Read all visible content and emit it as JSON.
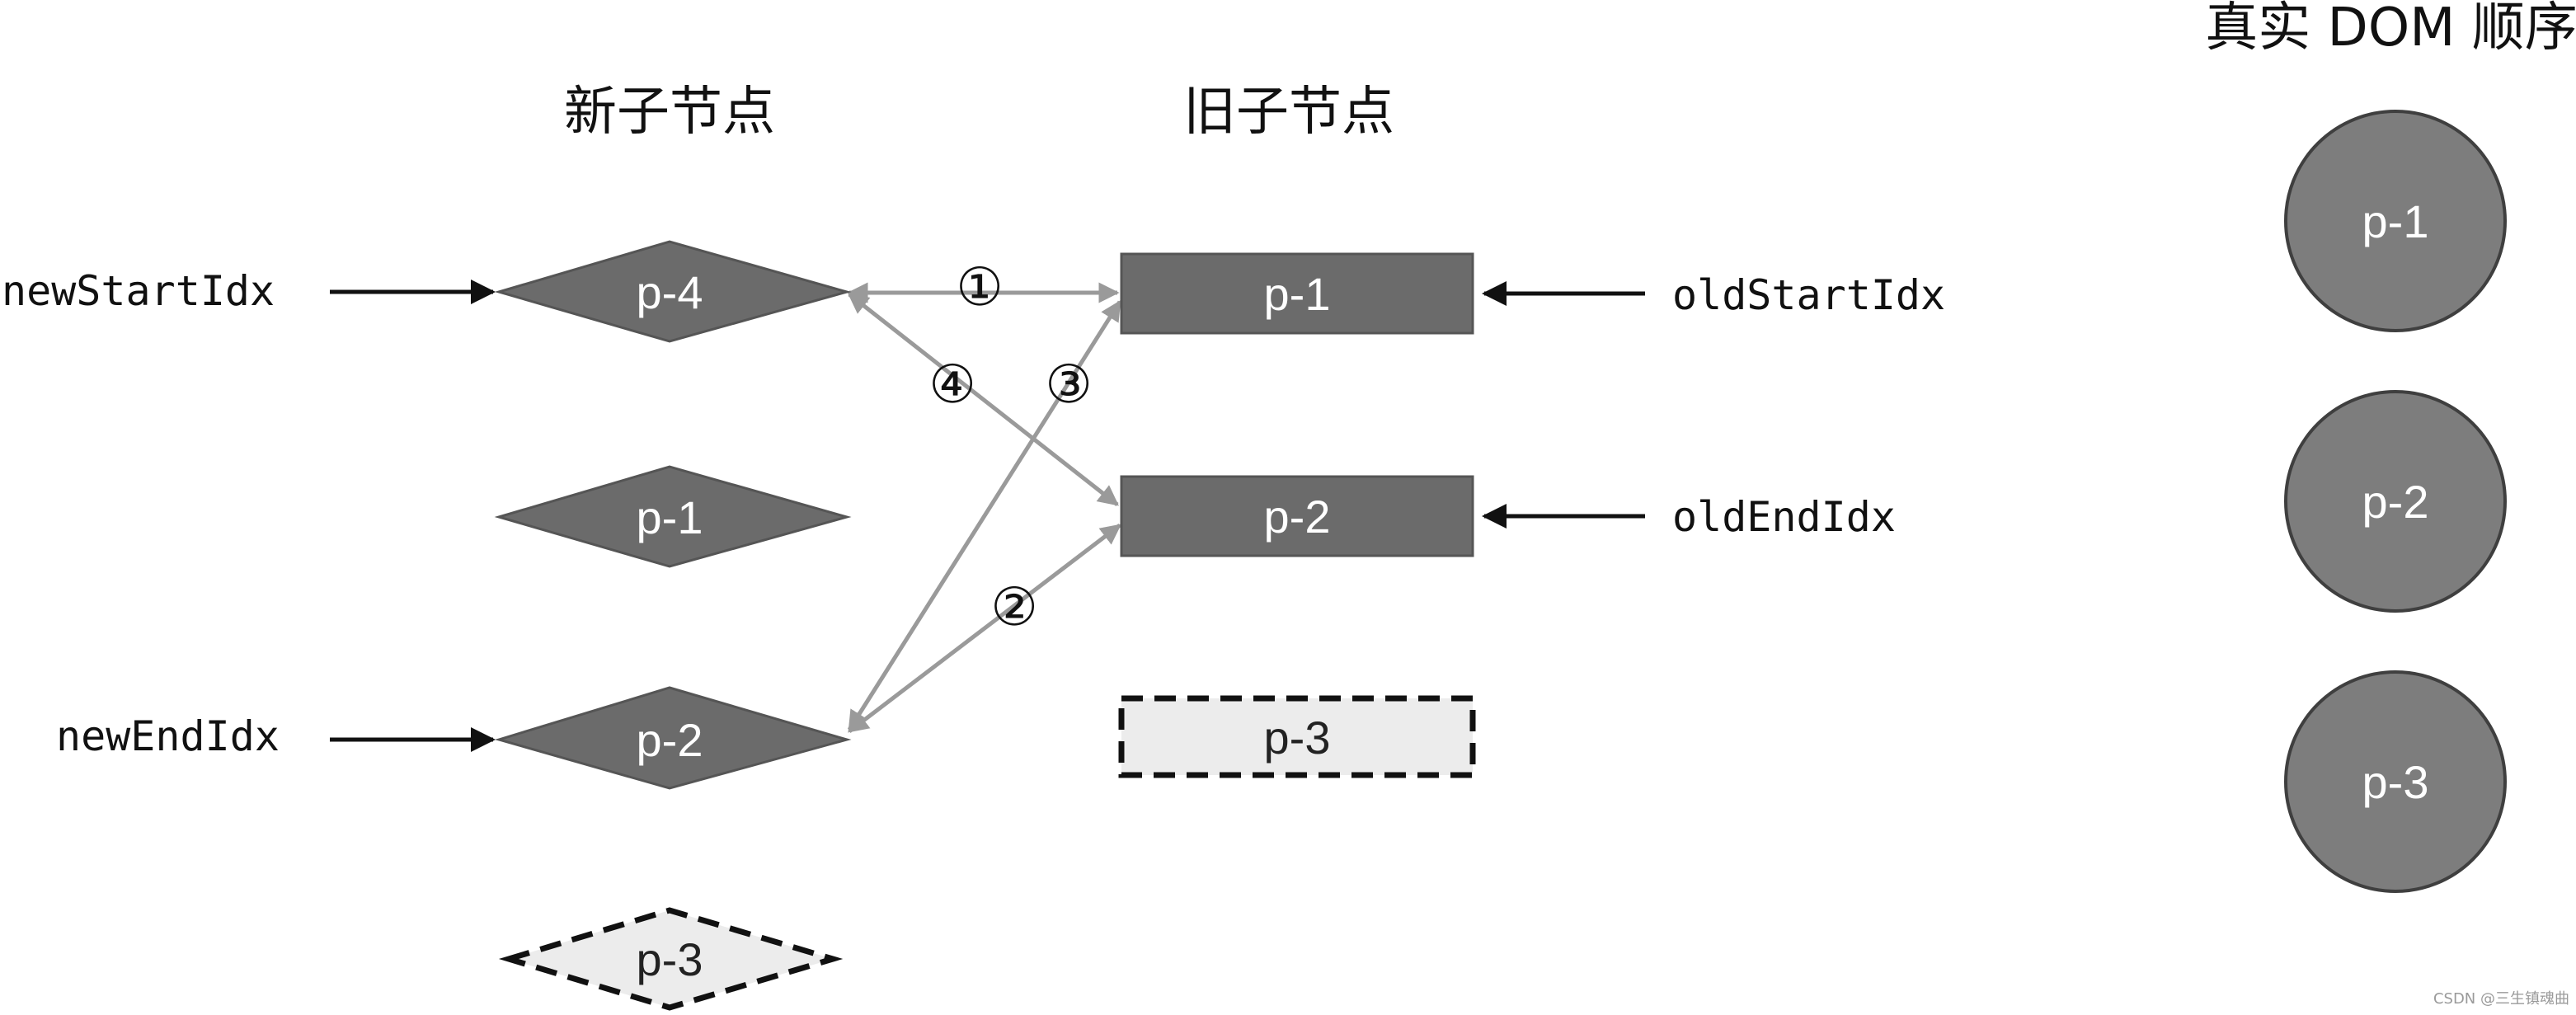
{
  "headings": {
    "new_children": "新子节点",
    "old_children": "旧子节点",
    "real_dom_order": "真实 DOM 顺序"
  },
  "pointers": {
    "new_start": "newStartIdx",
    "new_end": "newEndIdx",
    "old_start": "oldStartIdx",
    "old_end": "oldEndIdx"
  },
  "new_children": [
    {
      "label": "p-4",
      "state": "solid"
    },
    {
      "label": "p-1",
      "state": "solid"
    },
    {
      "label": "p-2",
      "state": "solid"
    },
    {
      "label": "p-3",
      "state": "dashed"
    }
  ],
  "old_children": [
    {
      "label": "p-1",
      "state": "solid"
    },
    {
      "label": "p-2",
      "state": "solid"
    },
    {
      "label": "p-3",
      "state": "dashed"
    }
  ],
  "real_dom": [
    {
      "label": "p-1"
    },
    {
      "label": "p-2"
    },
    {
      "label": "p-3"
    }
  ],
  "comparisons": [
    {
      "step": "①",
      "from": "new p-4",
      "to": "old p-1"
    },
    {
      "step": "②",
      "from": "new p-2",
      "to": "old p-2"
    },
    {
      "step": "③",
      "from": "new p-2",
      "to": "old p-1"
    },
    {
      "step": "④",
      "from": "new p-4",
      "to": "old p-2"
    }
  ],
  "colors": {
    "node_fill": "#6b6b6b",
    "node_stroke": "#555555",
    "dashed_fill": "#ececec",
    "dashed_stroke": "#111111",
    "dom_fill": "#7d7d7d",
    "dom_stroke": "#3f3f3f",
    "compare_arrow": "#9a9a9a",
    "pointer_arrow": "#111111"
  },
  "watermark": "CSDN @三生镇魂曲"
}
